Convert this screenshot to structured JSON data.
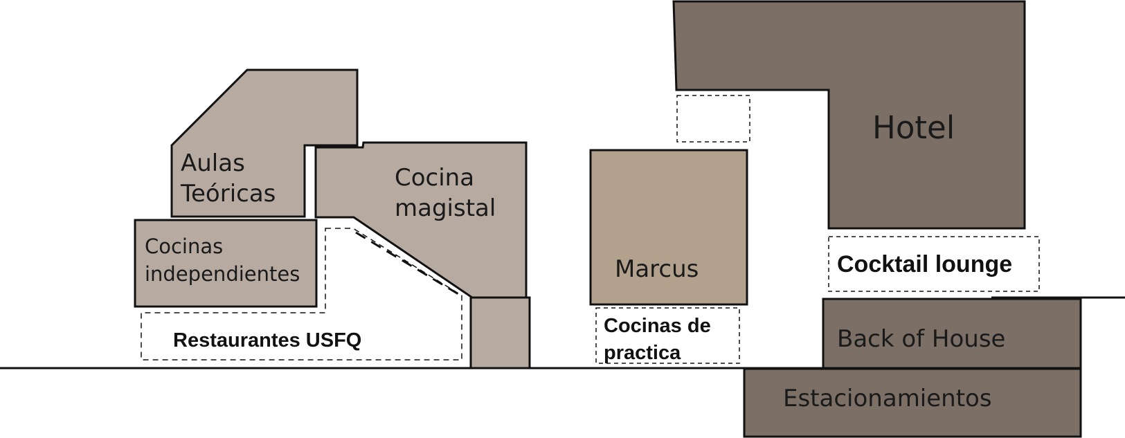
{
  "colors": {
    "light_building": "#b7aba1",
    "marcus_building": "#b2a28d",
    "dark_building": "#7b6f66",
    "stroke": "#111111",
    "background": "#ffffff"
  },
  "labels": {
    "aulas_line1": "Aulas",
    "aulas_line2": "Teóricas",
    "cocina_magistral_line1": "Cocina",
    "cocina_magistral_line2": "magistal",
    "cocinas_independientes_line1": "Cocinas",
    "cocinas_independientes_line2": "independientes",
    "restaurantes": "Restaurantes USFQ",
    "marcus": "Marcus",
    "cocinas_practica_line1": "Cocinas de",
    "cocinas_practica_line2": "practica",
    "hotel": "Hotel",
    "cocktail_lounge": "Cocktail lounge",
    "back_of_house": "Back of House",
    "estacionamientos": "Estacionamientos"
  }
}
